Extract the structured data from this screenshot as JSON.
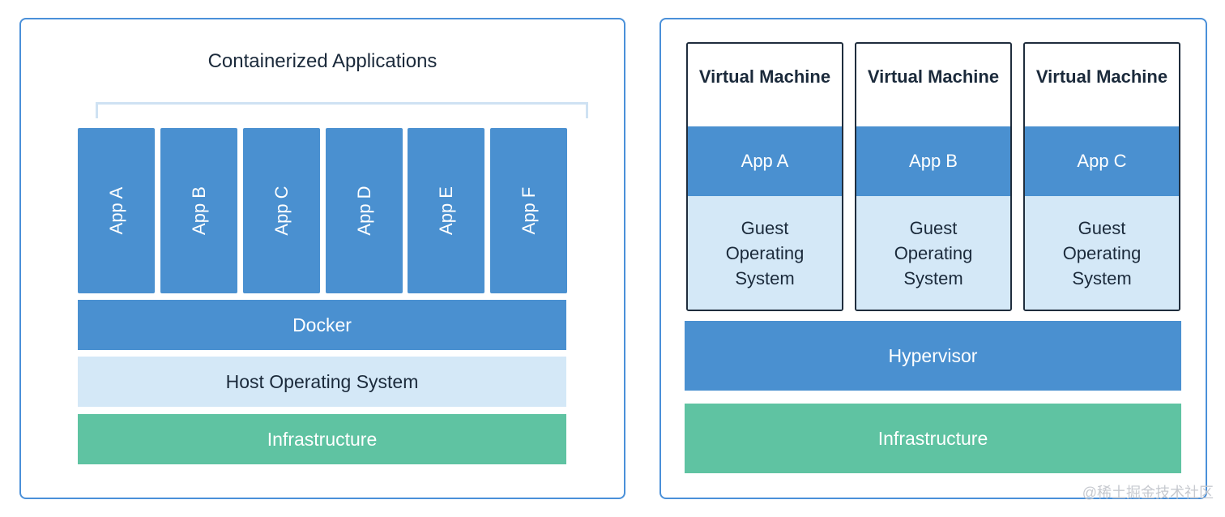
{
  "containers": {
    "title": "Containerized Applications",
    "apps": [
      "App A",
      "App B",
      "App C",
      "App D",
      "App E",
      "App F"
    ],
    "docker": "Docker",
    "host_os": "Host Operating System",
    "infrastructure": "Infrastructure"
  },
  "vms": {
    "machines": [
      {
        "title": "Virtual Machine",
        "app": "App A",
        "os": "Guest Operating System"
      },
      {
        "title": "Virtual Machine",
        "app": "App B",
        "os": "Guest Operating System"
      },
      {
        "title": "Virtual Machine",
        "app": "App C",
        "os": "Guest Operating System"
      }
    ],
    "hypervisor": "Hypervisor",
    "infrastructure": "Infrastructure"
  },
  "watermark": "@稀土掘金技术社区",
  "colors": {
    "primary_blue": "#4a90d0",
    "light_blue": "#d4e8f7",
    "green": "#5fc3a2",
    "border": "#4a90d9"
  }
}
